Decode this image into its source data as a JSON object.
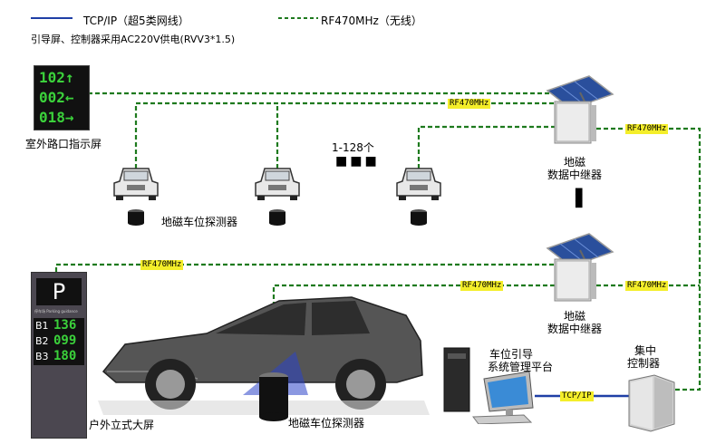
{
  "legend": {
    "wired": "TCP/IP（超5类网线）",
    "wireless": "RF470MHz（无线）",
    "power_note": "引导屏、控制器采用AC220V供电(RVV3*1.5)"
  },
  "colors": {
    "wired": "#1f3fa6",
    "wireless": "#1e7a1e",
    "tag": "#f4ee2a"
  },
  "outdoor_sign": {
    "label": "室外路口指示屏",
    "rows": [
      {
        "value": "102",
        "arrow": "↑"
      },
      {
        "value": "002",
        "arrow": "←"
      },
      {
        "value": "018",
        "arrow": "→"
      }
    ]
  },
  "detector_label": "地磁车位探测器",
  "detector_count": "1-128个",
  "relay_label_top": "地磁",
  "relay_label_bottom": "数据中继器",
  "rf_tag": "RF470MHz",
  "tall_screen": {
    "label": "户外立式大屏",
    "symbol": "P",
    "small_text": "停车场 Parking guidance",
    "floors": [
      {
        "floor": "B1",
        "value": "136"
      },
      {
        "floor": "B2",
        "value": "099"
      },
      {
        "floor": "B3",
        "value": "180"
      }
    ]
  },
  "car_detector_label": "地磁车位探测器",
  "platform_label_1": "车位引导",
  "platform_label_2": "系统管理平台",
  "controller_label_1": "集中",
  "controller_label_2": "控制器",
  "tcp_tag": "TCP/IP"
}
